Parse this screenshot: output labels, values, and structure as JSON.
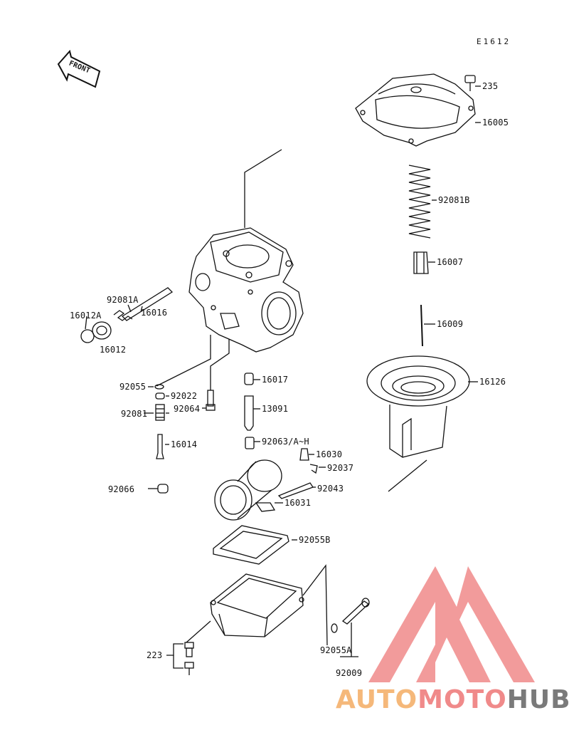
{
  "diagram_code": "E1612",
  "front_label": "FRONT",
  "parts": {
    "p235": "235",
    "p16005": "16005",
    "p92081B": "92081B",
    "p16007": "16007",
    "p16009": "16009",
    "p16126": "16126",
    "p92081A": "92081A",
    "p16016": "16016",
    "p16012A": "16012A",
    "p16012": "16012",
    "p16017": "16017",
    "p92055": "92055",
    "p92022": "92022",
    "p92064": "92064",
    "p13091": "13091",
    "p92081": "92081",
    "p92063": "92063/A~H",
    "p16014": "16014",
    "p16030": "16030",
    "p92037": "92037",
    "p92066": "92066",
    "p92043": "92043",
    "p16031": "16031",
    "p92055B": "92055B",
    "p223": "223",
    "p92055A": "92055A",
    "p92009": "92009"
  },
  "watermark": {
    "part1": "AUTO",
    "part2": "MOTO",
    "part3": "HUB",
    "color1": "#f5b87a",
    "color2": "#f08a8a",
    "color3": "#7a7a7a",
    "logo_color": "#f08a8a"
  }
}
